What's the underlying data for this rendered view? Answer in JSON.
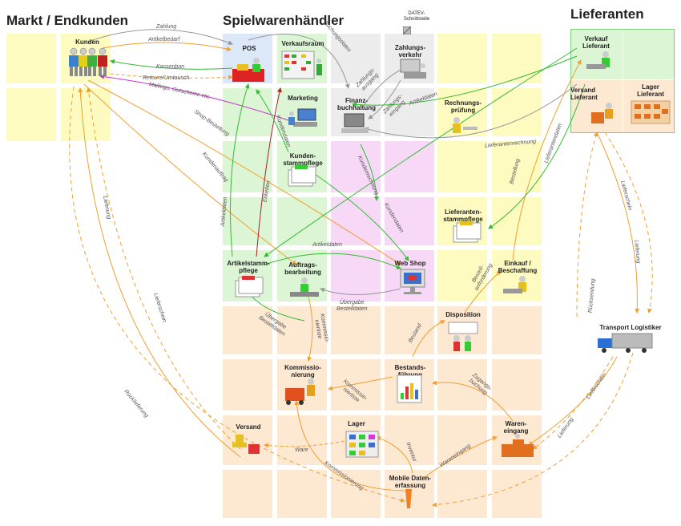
{
  "headers": {
    "markt": "Markt / Endkunden",
    "haendler": "Spielwarenhändler",
    "lieferanten": "Lieferanten"
  },
  "colors": {
    "yellow": "#fdfbc0",
    "blue": "#dce7f7",
    "green": "#dcf5d5",
    "grey": "#ececec",
    "pink": "#f7d9f7",
    "peach": "#fde8d2",
    "arrow_grey": "#999999",
    "arrow_orange": "#f0a030",
    "arrow_green": "#33bb33",
    "arrow_red": "#aa2222",
    "arrow_magenta": "#cc33cc"
  },
  "nodes": {
    "kunden": "Kunden",
    "pos": "POS",
    "verkaufsraum": "Verkaufsraum",
    "datev": "DATEV-\nSchnittstelle",
    "zahlungsverkehr": "Zahlungs-\nverkehr",
    "marketing": "Marketing",
    "finanzbuchhaltung": "Finanz-\nbuchhaltung",
    "rechnungspruefung": "Rechnungs-\nprüfung",
    "kundenstammpflege": "Kunden-\nstammpflege",
    "lieferantenstammpflege": "Lieferanten-\nstammpflege",
    "artikelstammpflege": "Artikelstamm-\npflege",
    "auftragsbearbeitung": "Auftrags-\nbearbeitung",
    "webshop": "Web Shop",
    "einkauf": "Einkauf /\nBeschaffung",
    "disposition": "Disposition",
    "kommissionierung": "Kommissio-\nnierung",
    "bestandsfuehrung": "Bestands-\nführung",
    "versand": "Versand",
    "lager": "Lager",
    "wareneingang": "Waren-\neingang",
    "mobile": "Mobile Daten-\nerfassung",
    "verkauf_lieferant": "Verkauf\nLieferant",
    "versand_lieferant": "Versand\nLieferant",
    "lager_lieferant": "Lager\nLieferant",
    "transport": "Transport Logistiker"
  },
  "labels": {
    "zahlung": "Zahlung",
    "artikelbedarf": "Artikelbedarf",
    "kassenbon": "Kassenbon",
    "retoure": "Retoure/Umtausch",
    "mailings": "Mailings, Gutscheine etc.",
    "shopbestellung": "Shop-Bestellung",
    "kundenauftrag": "Kundenauftrag",
    "artikeldaten1": "Artikeldaten",
    "etiketten": "Etiketten",
    "kundendaten1": "Kundendaten",
    "buchungsdaten": "Buchungsdaten",
    "zahlungsausgang": "Zahlungs-\nausgang",
    "zahlungseingang": "Zahlungs-\neingang",
    "artikeldaten2": "Artikeldaten",
    "lieferantenrechnung": "Lieferantenrechnung",
    "kundenrechnung": "Kundenrechnung",
    "kundendaten2": "Kundendaten",
    "bestellung": "Bestellung",
    "lieferantendaten": "Lieferantendaten",
    "artikeldaten3": "Artikeldaten",
    "uebergabe_bestell": "Übergabe\nBestelldaten",
    "bestellanforderung": "Bestell-\nanforderung",
    "uebergabe_bestellte": "Übergabe\nBestelldaten",
    "kommissionierliste1": "Kommissio-\nnierliste",
    "bestand": "Bestand",
    "kommissionierliste2": "Kommissio-\nnierliste",
    "zugangsbuchung": "Zugangs-\nbuchung",
    "ware": "Ware",
    "inventur": "Inventur",
    "wareneingang_lbl": "Wareneingang",
    "kommissionierung_lbl": "Kommissionierung",
    "lieferung1": "Lieferung",
    "lieferschein1": "Lieferschein",
    "ruecklieferung1": "Rücklieferung",
    "lieferschein2": "Lieferschein",
    "lieferung2": "Lieferung",
    "ruecksendung": "Rücksendung",
    "lieferschein3": "Lieferschein",
    "lieferung3": "Lieferung"
  }
}
